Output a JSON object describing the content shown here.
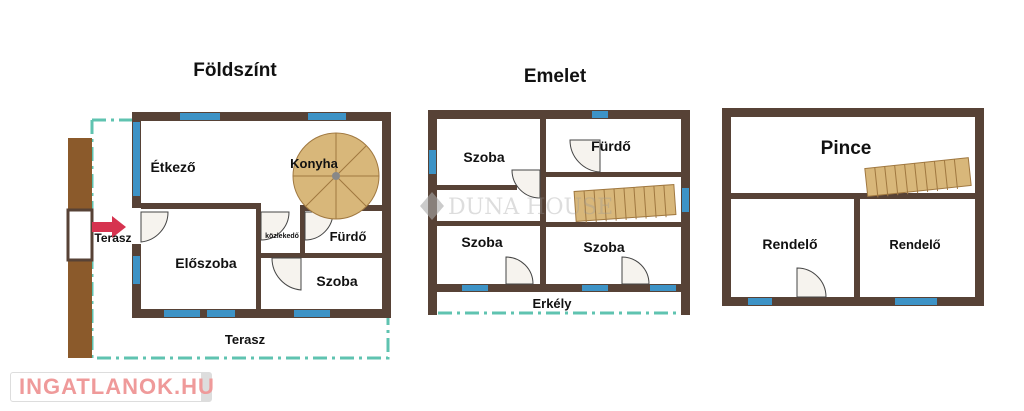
{
  "plans": [
    {
      "title": "Földszínt",
      "rooms": [
        "Étkező",
        "Konyha",
        "Terasz",
        "Előszoba",
        "közlekedő",
        "Fürdő",
        "Szoba",
        "Terasz"
      ]
    },
    {
      "title": "Emelet",
      "rooms": [
        "Szoba",
        "Fürdő",
        "Szoba",
        "Szoba",
        "Erkély"
      ]
    },
    {
      "title": "Pince",
      "rooms": [
        "Rendelő",
        "Rendelő"
      ]
    }
  ],
  "watermark": "DUNA HOUSE",
  "logo": "INGATLANOK.HU",
  "colors": {
    "wall": "#574236",
    "window": "#3d93c6",
    "terrace_line": "#5fc3b0",
    "stairs": "#d8b77a"
  }
}
